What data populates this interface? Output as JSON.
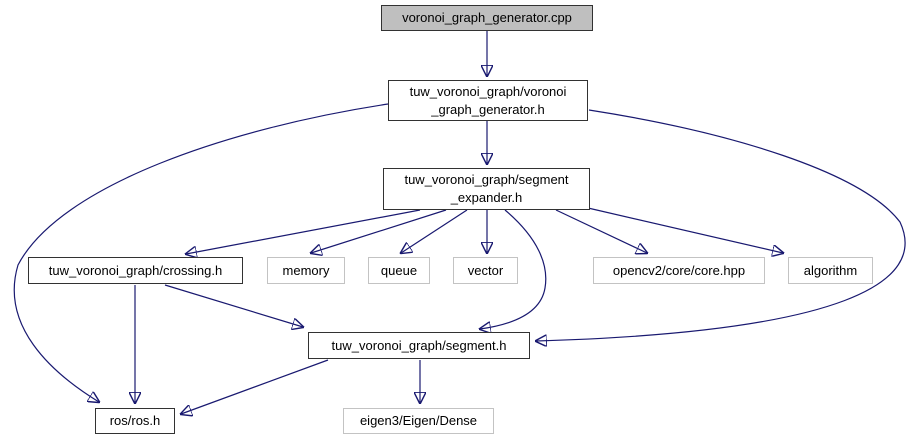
{
  "diagram": {
    "kind": "include-dependency-graph",
    "colors": {
      "edge": "#191970",
      "current_node_fill": "#bfbfbf",
      "internal_node_border": "#323232",
      "external_node_border": "#c3c3c3",
      "background": "#ffffff"
    },
    "nodes": [
      {
        "id": "cpp",
        "label": "voronoi_graph_generator.cpp",
        "style": "current"
      },
      {
        "id": "gen_h",
        "label": "tuw_voronoi_graph/voronoi\n_graph_generator.h",
        "style": "internal"
      },
      {
        "id": "expander_h",
        "label": "tuw_voronoi_graph/segment\n_expander.h",
        "style": "internal"
      },
      {
        "id": "crossing_h",
        "label": "tuw_voronoi_graph/crossing.h",
        "style": "internal"
      },
      {
        "id": "memory",
        "label": "memory",
        "style": "external"
      },
      {
        "id": "queue",
        "label": "queue",
        "style": "external"
      },
      {
        "id": "vector",
        "label": "vector",
        "style": "external"
      },
      {
        "id": "opencv",
        "label": "opencv2/core/core.hpp",
        "style": "external"
      },
      {
        "id": "algorithm",
        "label": "algorithm",
        "style": "external"
      },
      {
        "id": "segment_h",
        "label": "tuw_voronoi_graph/segment.h",
        "style": "internal"
      },
      {
        "id": "ros",
        "label": "ros/ros.h",
        "style": "internal"
      },
      {
        "id": "eigen",
        "label": "eigen3/Eigen/Dense",
        "style": "external"
      }
    ],
    "edges": [
      {
        "from": "cpp",
        "to": "gen_h"
      },
      {
        "from": "gen_h",
        "to": "expander_h"
      },
      {
        "from": "gen_h",
        "to": "ros"
      },
      {
        "from": "gen_h",
        "to": "segment_h"
      },
      {
        "from": "expander_h",
        "to": "crossing_h"
      },
      {
        "from": "expander_h",
        "to": "memory"
      },
      {
        "from": "expander_h",
        "to": "queue"
      },
      {
        "from": "expander_h",
        "to": "vector"
      },
      {
        "from": "expander_h",
        "to": "segment_h"
      },
      {
        "from": "expander_h",
        "to": "opencv"
      },
      {
        "from": "expander_h",
        "to": "algorithm"
      },
      {
        "from": "crossing_h",
        "to": "ros"
      },
      {
        "from": "crossing_h",
        "to": "segment_h"
      },
      {
        "from": "segment_h",
        "to": "ros"
      },
      {
        "from": "segment_h",
        "to": "eigen"
      }
    ]
  }
}
